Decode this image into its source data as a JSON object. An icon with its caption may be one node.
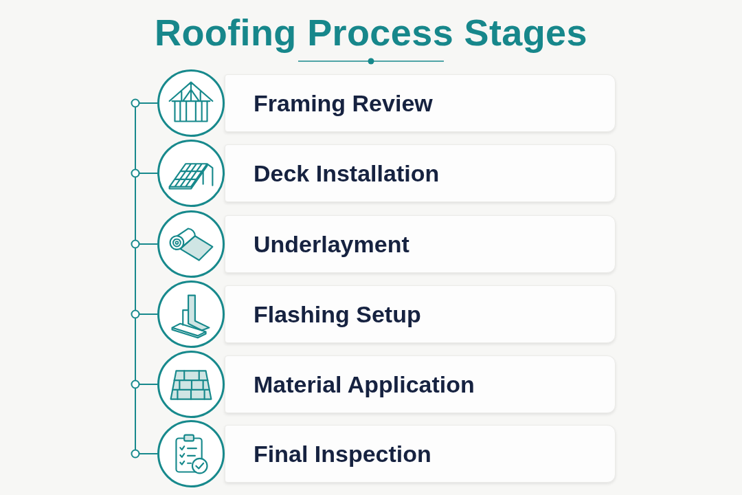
{
  "diagram": {
    "title": "Roofing Process Stages",
    "nodes": [
      {
        "text": [],
        "shape": "circle"
      },
      {
        "text": [
          "Framing Review"
        ]
      },
      {
        "text": [],
        "shape": "circle"
      },
      {
        "text": [
          "Deck Installation"
        ]
      },
      {
        "text": [],
        "shape": "circle"
      },
      {
        "text": [
          "Underlayment"
        ]
      },
      {
        "text": [],
        "shape": "circle"
      },
      {
        "text": [
          "Flashing Setup"
        ]
      },
      {
        "text": [],
        "shape": "circle"
      },
      {
        "text": [
          "Material Application"
        ]
      },
      {
        "text": [],
        "shape": "circle"
      },
      {
        "text": [
          "Final Inspection"
        ]
      }
    ],
    "edges": [
      {
        "from": 0,
        "to": 2,
        "arrow": "none"
      },
      {
        "from": 2,
        "to": 4,
        "arrow": "none"
      },
      {
        "from": 4,
        "to": 6,
        "arrow": "none"
      },
      {
        "from": 6,
        "to": 8,
        "arrow": "none"
      },
      {
        "from": 8,
        "to": 10,
        "arrow": "none"
      }
    ]
  }
}
